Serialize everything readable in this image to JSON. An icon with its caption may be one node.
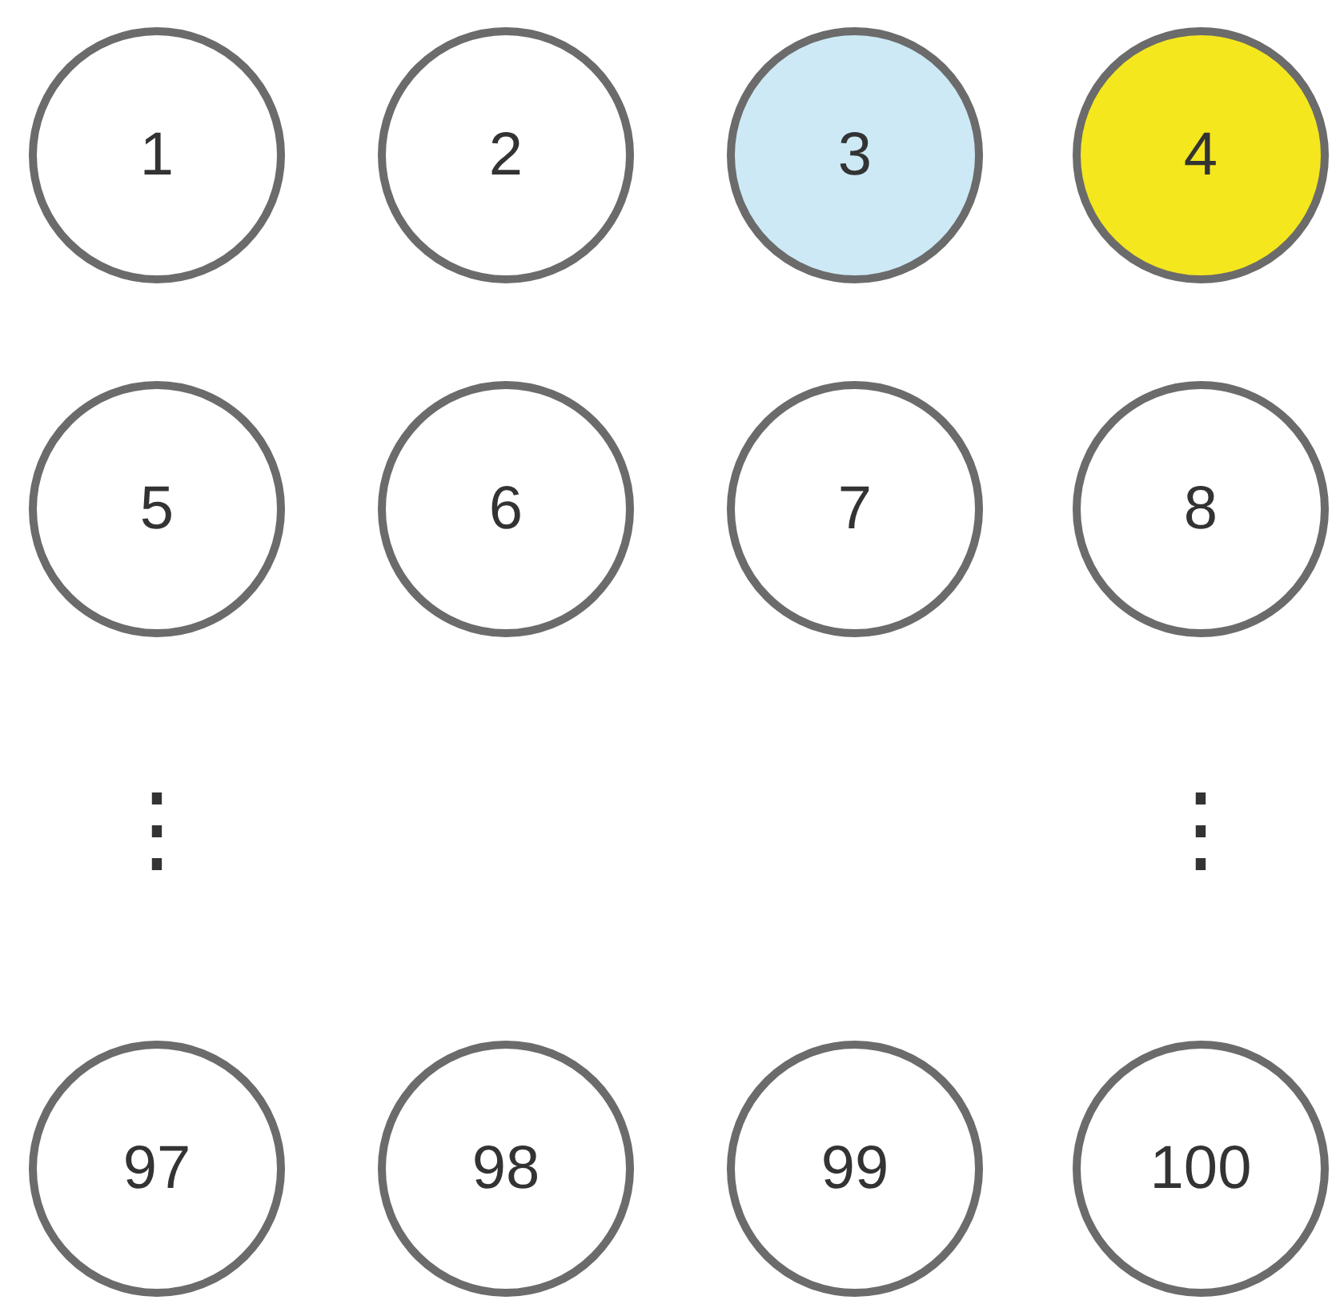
{
  "diagram": {
    "nodes": [
      {
        "text": [
          "1"
        ]
      },
      {
        "text": [
          "2"
        ]
      },
      {
        "text": [
          "3"
        ]
      },
      {
        "text": [
          "4"
        ]
      },
      {
        "text": [
          "5"
        ]
      },
      {
        "text": [
          "6"
        ]
      },
      {
        "text": [
          "7"
        ]
      },
      {
        "text": [
          "8"
        ]
      },
      {
        "text": [
          "97"
        ]
      },
      {
        "text": [
          "98"
        ]
      },
      {
        "text": [
          "99"
        ]
      },
      {
        "text": [
          "100"
        ]
      }
    ],
    "labels": [
      "⋮",
      "⋮"
    ]
  }
}
